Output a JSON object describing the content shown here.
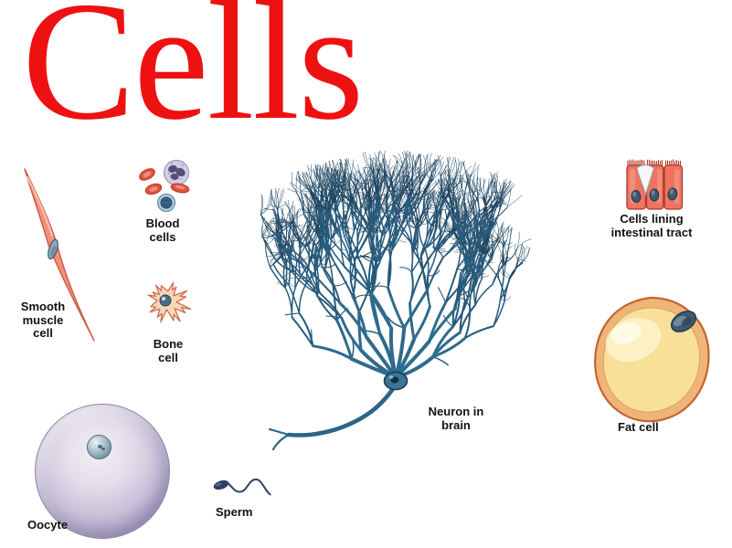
{
  "title": {
    "text": "Cells",
    "color": "#ee1111"
  },
  "figures": {
    "smooth_muscle": {
      "label_lines": [
        "Smooth",
        "muscle",
        "cell"
      ]
    },
    "blood": {
      "label_lines": [
        "Blood",
        "cells"
      ]
    },
    "bone": {
      "label_lines": [
        "Bone",
        "cell"
      ]
    },
    "oocyte": {
      "label": "Oocyte"
    },
    "sperm": {
      "label": "Sperm"
    },
    "neuron": {
      "label_lines": [
        "Neuron in",
        "brain"
      ]
    },
    "intestinal": {
      "label_lines": [
        "Cells lining",
        "intestinal tract"
      ]
    },
    "fat": {
      "label": "Fat cell"
    }
  },
  "palette": {
    "title_red": "#ee1111",
    "label_black": "#111111",
    "neuron_teal_thick": "#2e6b8d",
    "neuron_teal_mid": "#275a7b",
    "neuron_teal_thin": "#1f4763",
    "muscle_salmon": "#f2907c",
    "rbc_red": "#e4503e",
    "wbc_lavender": "#d3cde2",
    "wbc_nucleus_purple": "#584c78",
    "lymphocyte_blue": "#aecbdc",
    "bone_peach": "#f7d6b8",
    "bone_outline": "#cd6e4c",
    "oocyte_lavender": "#aaa1c4",
    "sperm_navy": "#2e3f63",
    "intestinal_salmon": "#ee7361",
    "fat_rim_tan": "#eeb478",
    "fat_yellow": "#f8e098",
    "nucleus_slate": "#3f5a6e"
  }
}
